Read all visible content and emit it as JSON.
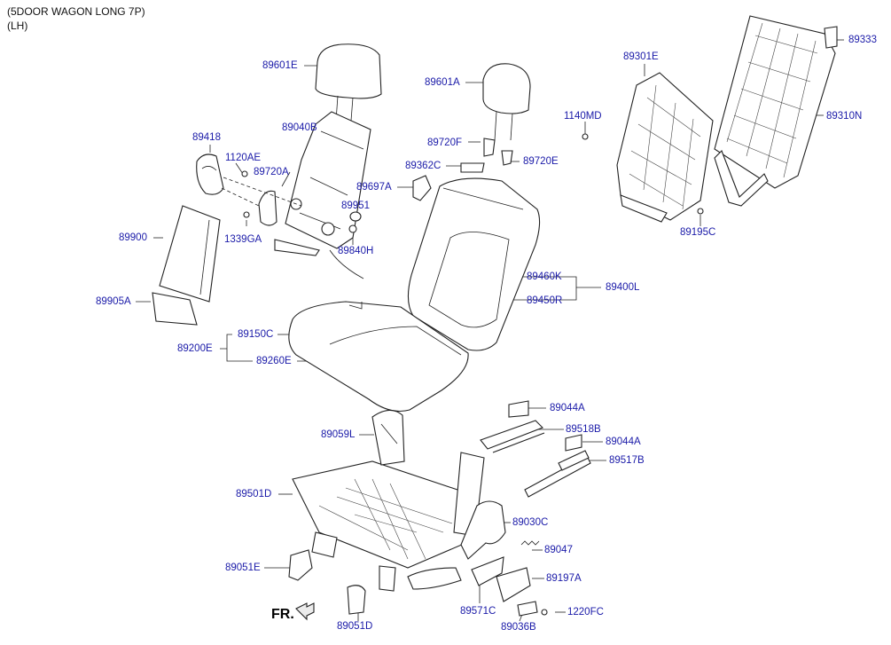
{
  "header": {
    "line1": "(5DOOR WAGON LONG 7P)",
    "line2": "(LH)"
  },
  "direction_label": "FR.",
  "labels": {
    "l89601E": "89601E",
    "l89040B": "89040B",
    "l89418": "89418",
    "l1120AE": "1120AE",
    "l89720A": "89720A",
    "l89951": "89951",
    "l89900": "89900",
    "l1339GA": "1339GA",
    "l89840H": "89840H",
    "l89905A": "89905A",
    "l89601A": "89601A",
    "l89720F": "89720F",
    "l89362C": "89362C",
    "l89720E": "89720E",
    "l89697A": "89697A",
    "l89301E": "89301E",
    "l1140MD": "1140MD",
    "l89195C": "89195C",
    "l89333": "89333",
    "l89310N": "89310N",
    "l89460K": "89460K",
    "l89450R": "89450R",
    "l89400L": "89400L",
    "l89150C": "89150C",
    "l89200E": "89200E",
    "l89260E": "89260E",
    "l89044A_1": "89044A",
    "l89518B": "89518B",
    "l89044A_2": "89044A",
    "l89517B": "89517B",
    "l89059L": "89059L",
    "l89501D": "89501D",
    "l89030C": "89030C",
    "l89047": "89047",
    "l89051E": "89051E",
    "l89197A": "89197A",
    "l89571C": "89571C",
    "l89051D": "89051D",
    "l89036B": "89036B",
    "l1220FC": "1220FC"
  }
}
